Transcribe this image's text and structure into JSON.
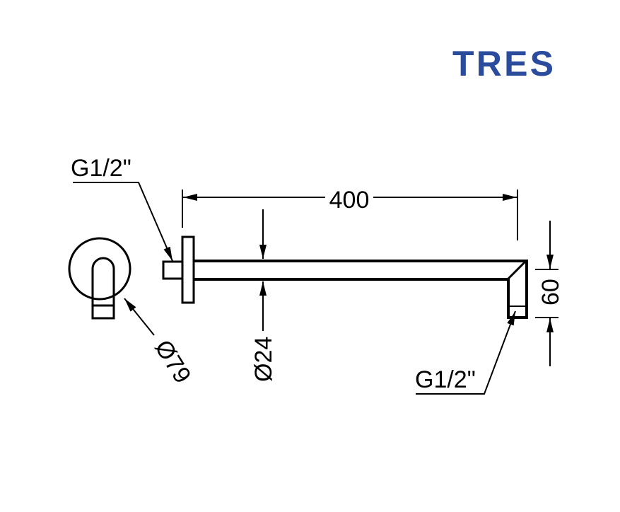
{
  "brand": {
    "name": "TRES",
    "color": "#2b4c9c"
  },
  "drawing": {
    "labels": {
      "thread_left": "G1/2\"",
      "thread_right": "G1/2\"",
      "length": "400",
      "arm_diameter": "Ø24",
      "plate_diameter": "Ø79",
      "drop_height": "60"
    }
  }
}
